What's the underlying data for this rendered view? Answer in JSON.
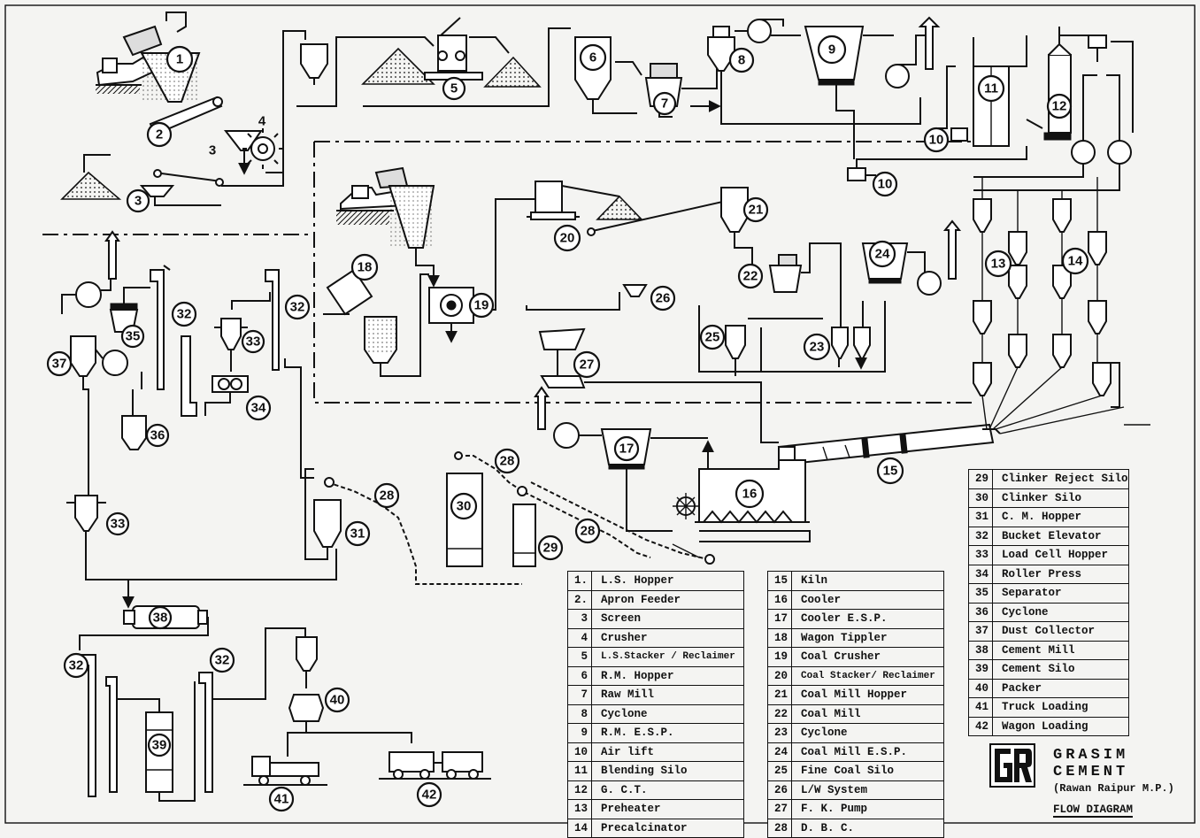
{
  "diagram": {
    "tags": [
      {
        "id": "t1",
        "n": "1"
      },
      {
        "id": "t2",
        "n": "2"
      },
      {
        "id": "t3a",
        "n": "3"
      },
      {
        "id": "t3b",
        "n": "3"
      },
      {
        "id": "t4",
        "n": "4"
      },
      {
        "id": "t5",
        "n": "5"
      },
      {
        "id": "t6",
        "n": "6"
      },
      {
        "id": "t7",
        "n": "7"
      },
      {
        "id": "t8",
        "n": "8"
      },
      {
        "id": "t9",
        "n": "9"
      },
      {
        "id": "t10a",
        "n": "10"
      },
      {
        "id": "t10b",
        "n": "10"
      },
      {
        "id": "t11",
        "n": "11"
      },
      {
        "id": "t12",
        "n": "12"
      },
      {
        "id": "t13",
        "n": "13"
      },
      {
        "id": "t14",
        "n": "14"
      },
      {
        "id": "t15",
        "n": "15"
      },
      {
        "id": "t16",
        "n": "16"
      },
      {
        "id": "t17",
        "n": "17"
      },
      {
        "id": "t18",
        "n": "18"
      },
      {
        "id": "t19",
        "n": "19"
      },
      {
        "id": "t20",
        "n": "20"
      },
      {
        "id": "t21",
        "n": "21"
      },
      {
        "id": "t22",
        "n": "22"
      },
      {
        "id": "t23",
        "n": "23"
      },
      {
        "id": "t24",
        "n": "24"
      },
      {
        "id": "t25",
        "n": "25"
      },
      {
        "id": "t26",
        "n": "26"
      },
      {
        "id": "t27",
        "n": "27"
      },
      {
        "id": "t28a",
        "n": "28"
      },
      {
        "id": "t28b",
        "n": "28"
      },
      {
        "id": "t28c",
        "n": "28"
      },
      {
        "id": "t29",
        "n": "29"
      },
      {
        "id": "t30",
        "n": "30"
      },
      {
        "id": "t31",
        "n": "31"
      },
      {
        "id": "t32a",
        "n": "32"
      },
      {
        "id": "t32b",
        "n": "32"
      },
      {
        "id": "t32c",
        "n": "32"
      },
      {
        "id": "t32d",
        "n": "32"
      },
      {
        "id": "t33a",
        "n": "33"
      },
      {
        "id": "t33b",
        "n": "33"
      },
      {
        "id": "t34",
        "n": "34"
      },
      {
        "id": "t35",
        "n": "35"
      },
      {
        "id": "t36",
        "n": "36"
      },
      {
        "id": "t37",
        "n": "37"
      },
      {
        "id": "t38",
        "n": "38"
      },
      {
        "id": "t39",
        "n": "39"
      },
      {
        "id": "t40",
        "n": "40"
      },
      {
        "id": "t41",
        "n": "41"
      },
      {
        "id": "t42",
        "n": "42"
      }
    ]
  },
  "legend_left": [
    {
      "num": "1.",
      "label": "L.S. Hopper"
    },
    {
      "num": "2.",
      "label": "Apron Feeder"
    },
    {
      "num": "3",
      "label": "Screen"
    },
    {
      "num": "4",
      "label": "Crusher"
    },
    {
      "num": "5",
      "label": "L.S.Stacker / Reclaimer"
    },
    {
      "num": "6",
      "label": "R.M. Hopper"
    },
    {
      "num": "7",
      "label": "Raw Mill"
    },
    {
      "num": "8",
      "label": "Cyclone"
    },
    {
      "num": "9",
      "label": "R.M. E.S.P."
    },
    {
      "num": "10",
      "label": "Air lift"
    },
    {
      "num": "11",
      "label": "Blending Silo"
    },
    {
      "num": "12",
      "label": "G. C.T."
    },
    {
      "num": "13",
      "label": "Preheater"
    },
    {
      "num": "14",
      "label": "Precalcinator"
    }
  ],
  "legend_mid": [
    {
      "num": "15",
      "label": "Kiln"
    },
    {
      "num": "16",
      "label": "Cooler"
    },
    {
      "num": "17",
      "label": "Cooler E.S.P."
    },
    {
      "num": "18",
      "label": "Wagon Tippler"
    },
    {
      "num": "19",
      "label": "Coal Crusher"
    },
    {
      "num": "20",
      "label": "Coal Stacker/ Reclaimer"
    },
    {
      "num": "21",
      "label": "Coal Mill Hopper"
    },
    {
      "num": "22",
      "label": "Coal Mill"
    },
    {
      "num": "23",
      "label": "Cyclone"
    },
    {
      "num": "24",
      "label": "Coal Mill E.S.P."
    },
    {
      "num": "25",
      "label": "Fine Coal Silo"
    },
    {
      "num": "26",
      "label": "L/W System"
    },
    {
      "num": "27",
      "label": "F. K. Pump"
    },
    {
      "num": "28",
      "label": "D. B. C."
    }
  ],
  "legend_right": [
    {
      "num": "29",
      "label": "Clinker Reject Silo"
    },
    {
      "num": "30",
      "label": "Clinker Silo"
    },
    {
      "num": "31",
      "label": "C. M. Hopper"
    },
    {
      "num": "32",
      "label": "Bucket Elevator"
    },
    {
      "num": "33",
      "label": "Load Cell Hopper"
    },
    {
      "num": "34",
      "label": "Roller Press"
    },
    {
      "num": "35",
      "label": "Separator"
    },
    {
      "num": "36",
      "label": "Cyclone"
    },
    {
      "num": "37",
      "label": "Dust Collector"
    },
    {
      "num": "38",
      "label": "Cement Mill"
    },
    {
      "num": "39",
      "label": "Cement Silo"
    },
    {
      "num": "40",
      "label": "Packer"
    },
    {
      "num": "41",
      "label": "Truck Loading"
    },
    {
      "num": "42",
      "label": "Wagon Loading"
    }
  ],
  "brand": {
    "logo_text": "GR",
    "name_line1": "GRASIM",
    "name_line2": "CEMENT",
    "location": "(Rawan Raipur M.P.)",
    "diagram_title": "FLOW DIAGRAM"
  }
}
